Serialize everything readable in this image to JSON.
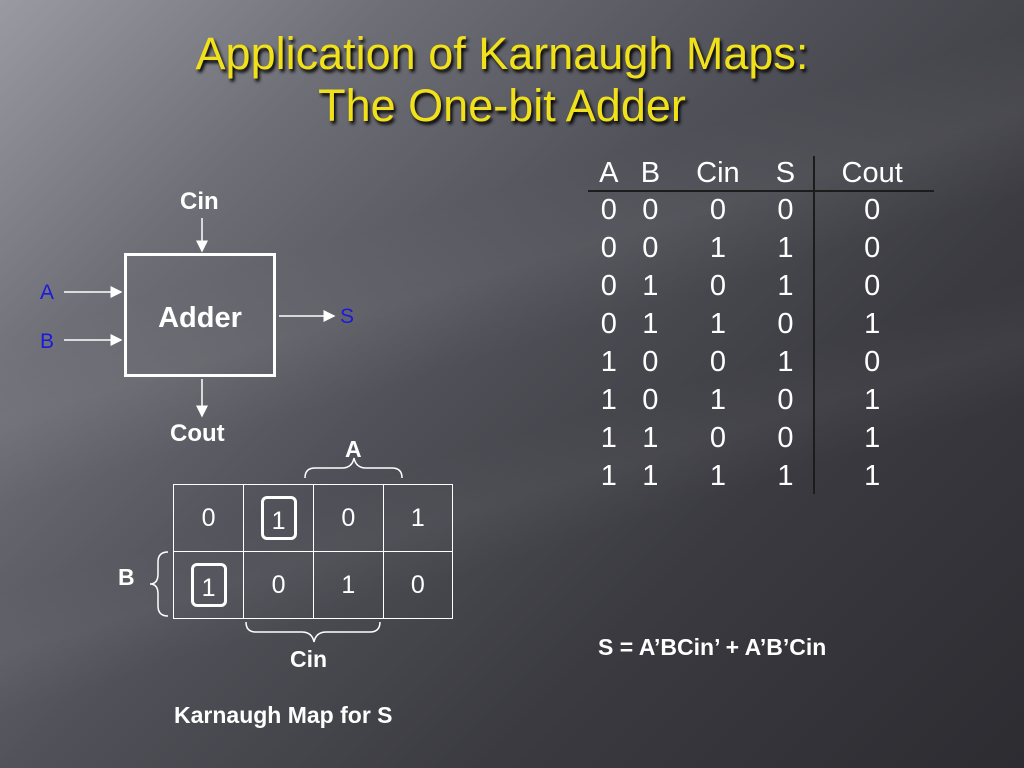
{
  "title": {
    "line1": "Application of Karnaugh Maps:",
    "line2": "The One-bit Adder"
  },
  "adder_diagram": {
    "input_top": "Cin",
    "input_a": "A",
    "input_b": "B",
    "block_label": "Adder",
    "output_s": "S",
    "output_bottom": "Cout"
  },
  "truth_table": {
    "headers": [
      "A",
      "B",
      "Cin",
      "S",
      "Cout"
    ],
    "rows": [
      [
        "0",
        "0",
        "0",
        "0",
        "0"
      ],
      [
        "0",
        "0",
        "1",
        "1",
        "0"
      ],
      [
        "0",
        "1",
        "0",
        "1",
        "0"
      ],
      [
        "0",
        "1",
        "1",
        "0",
        "1"
      ],
      [
        "1",
        "0",
        "0",
        "1",
        "0"
      ],
      [
        "1",
        "0",
        "1",
        "0",
        "1"
      ],
      [
        "1",
        "1",
        "0",
        "0",
        "1"
      ],
      [
        "1",
        "1",
        "1",
        "1",
        "1"
      ]
    ]
  },
  "kmap": {
    "label_a": "A",
    "label_b": "B",
    "label_cin": "Cin",
    "rows": [
      [
        "0",
        "1",
        "0",
        "1"
      ],
      [
        "1",
        "0",
        "1",
        "0"
      ]
    ],
    "caption": "Karnaugh Map for S"
  },
  "equation": "S = A’BCin’ + A’B’Cin",
  "colors": {
    "title": "#f0e11a",
    "text": "#ffffff",
    "signal_labels": "#1a1adc"
  }
}
